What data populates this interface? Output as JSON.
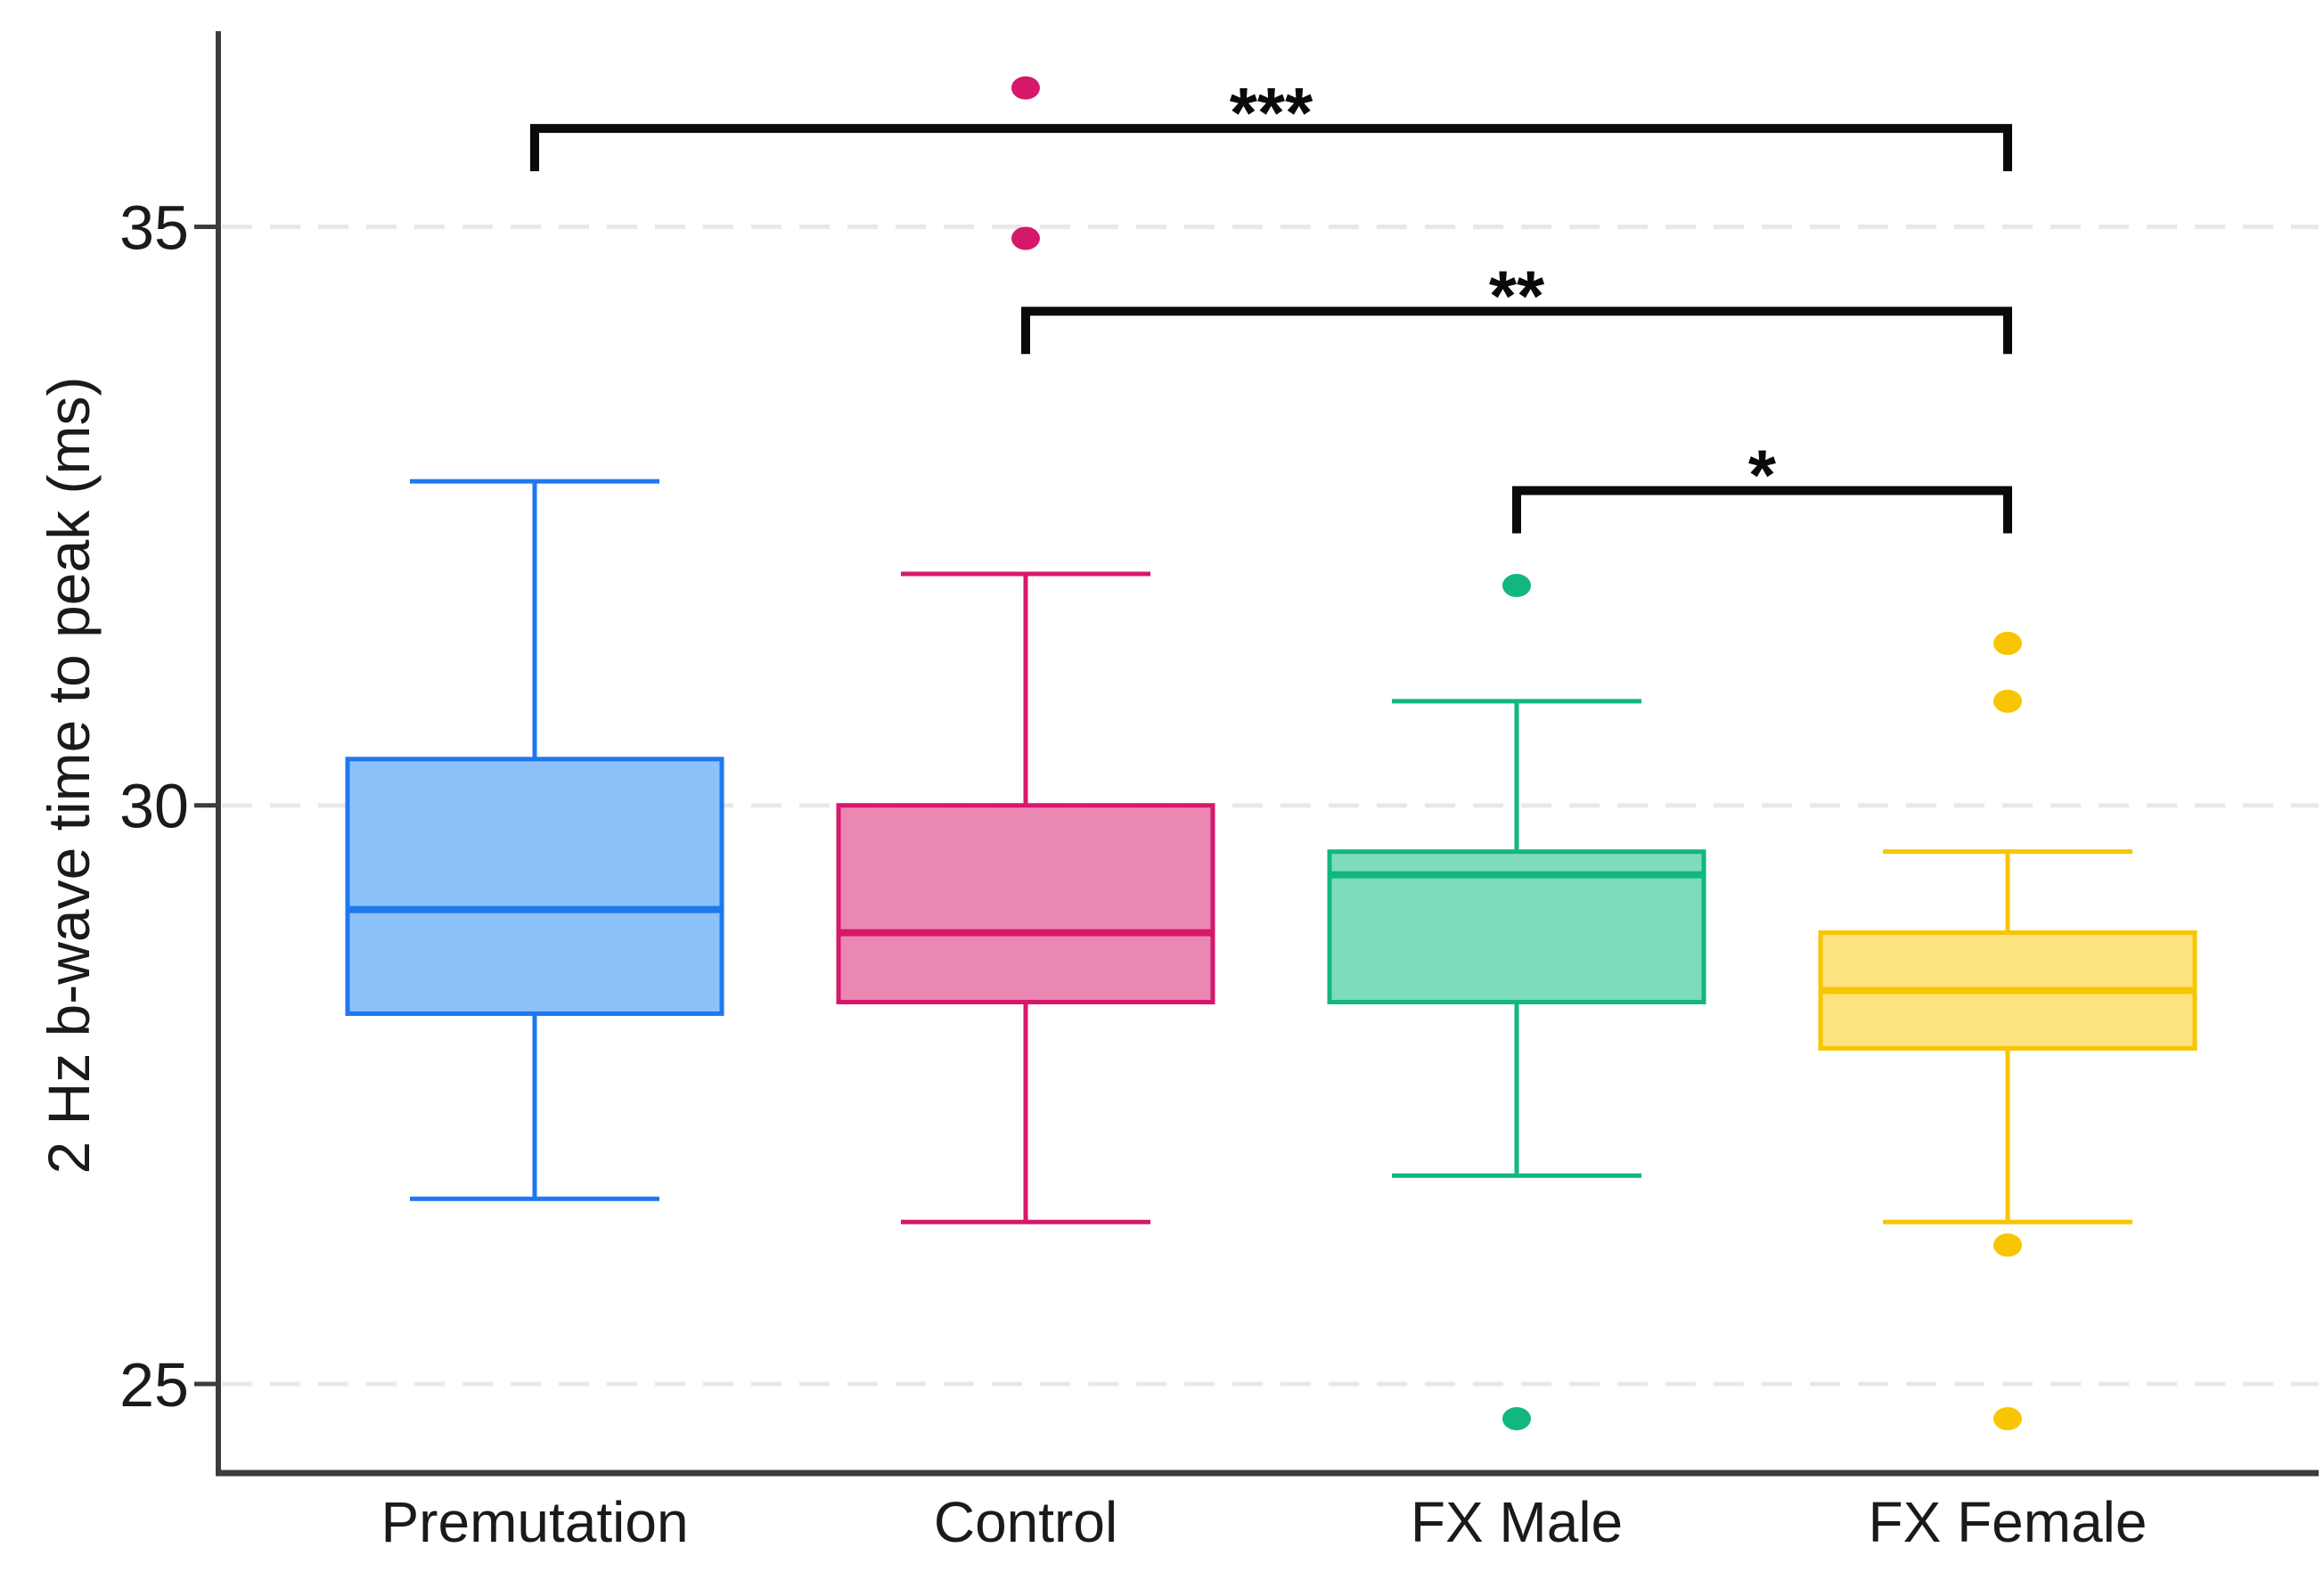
{
  "figure": {
    "background": "#ffffff",
    "text_color": "#1a1a1a",
    "axis_color": "#3c3c3c",
    "grid_color": "#e8e8e8",
    "bracket_color": "#0a0a0a"
  },
  "chart_data": {
    "type": "boxplot",
    "title": "",
    "xlabel": "",
    "ylabel": "2 Hz b-wave time to peak (ms)",
    "ylim": [
      24.23,
      36.69
    ],
    "yticks": [
      25,
      30,
      35
    ],
    "grid": "horizontal-dashed",
    "legend": "none",
    "categories": [
      "Premutation",
      "Control",
      "FX Male",
      "FX Female"
    ],
    "groups": [
      {
        "label": "Premutation",
        "fill": "#8DC1FA",
        "stroke": "#1E78F0",
        "whisker_low": 26.6,
        "q1": 28.2,
        "median": 29.1,
        "q3": 30.4,
        "whisker_high": 32.8,
        "outliers": []
      },
      {
        "label": "Control",
        "fill": "#EA87B2",
        "stroke": "#D6186B",
        "whisker_low": 26.4,
        "q1": 28.3,
        "median": 28.9,
        "q3": 30.0,
        "whisker_high": 32.0,
        "outliers": [
          34.9,
          36.2
        ]
      },
      {
        "label": "FX Male",
        "fill": "#7EDCBA",
        "stroke": "#12B77D",
        "whisker_low": 26.8,
        "q1": 28.3,
        "median": 29.4,
        "q3": 29.6,
        "whisker_high": 30.9,
        "outliers": [
          24.7,
          31.9
        ]
      },
      {
        "label": "FX Female",
        "fill": "#FDE380",
        "stroke": "#F8C502",
        "whisker_low": 26.4,
        "q1": 27.9,
        "median": 28.4,
        "q3": 28.9,
        "whisker_high": 29.6,
        "outliers": [
          24.7,
          26.2,
          30.9,
          31.4
        ]
      }
    ],
    "significance_brackets": [
      {
        "from": "Premutation",
        "to": "FX Female",
        "label": "***",
        "y": 35.85
      },
      {
        "from": "Control",
        "to": "FX Female",
        "label": "**",
        "y": 34.27
      },
      {
        "from": "FX Male",
        "to": "FX Female",
        "label": "*",
        "y": 32.72
      }
    ]
  }
}
